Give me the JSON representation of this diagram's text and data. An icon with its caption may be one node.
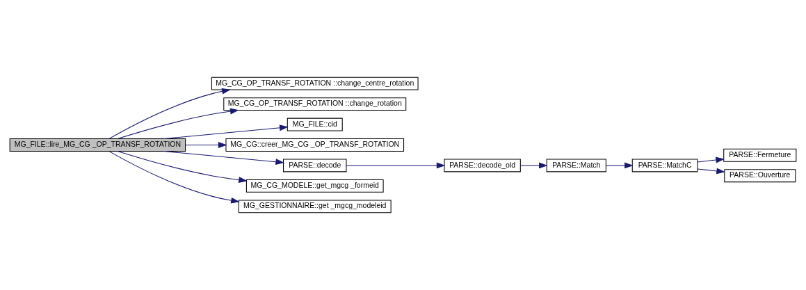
{
  "diagram": {
    "nodes": [
      {
        "text": [
          "MG_FILE::lire_MG_CG _OP_TRANSF_ROTATION"
        ]
      },
      {
        "text": [
          "MG_CG_OP_TRANSF_ROTATION ::change_centre_rotation"
        ]
      },
      {
        "text": [
          "MG_CG_OP_TRANSF_ROTATION ::change_rotation"
        ]
      },
      {
        "text": [
          "MG_FILE::cid"
        ]
      },
      {
        "text": [
          "MG_CG::creer_MG_CG _OP_TRANSF_ROTATION"
        ]
      },
      {
        "text": [
          "PARSE::decode"
        ]
      },
      {
        "text": [
          "MG_CG_MODELE::get_mgcg _formeid"
        ]
      },
      {
        "text": [
          "MG_GESTIONNAIRE::get _mgcg_modeleid"
        ]
      },
      {
        "text": [
          "PARSE::decode_old"
        ]
      },
      {
        "text": [
          "PARSE::Match"
        ]
      },
      {
        "text": [
          "PARSE::MatchC"
        ]
      },
      {
        "text": [
          "PARSE::Fermeture"
        ]
      },
      {
        "text": [
          "PARSE::Ouverture"
        ]
      }
    ],
    "edges": [
      {
        "from": 0,
        "to": 1,
        "arrow": "to"
      },
      {
        "from": 0,
        "to": 2,
        "arrow": "to"
      },
      {
        "from": 0,
        "to": 3,
        "arrow": "to"
      },
      {
        "from": 0,
        "to": 4,
        "arrow": "to"
      },
      {
        "from": 0,
        "to": 5,
        "arrow": "to"
      },
      {
        "from": 0,
        "to": 6,
        "arrow": "to"
      },
      {
        "from": 0,
        "to": 7,
        "arrow": "to"
      },
      {
        "from": 5,
        "to": 8,
        "arrow": "to"
      },
      {
        "from": 8,
        "to": 9,
        "arrow": "to"
      },
      {
        "from": 9,
        "to": 10,
        "arrow": "to"
      },
      {
        "from": 10,
        "to": 11,
        "arrow": "to"
      },
      {
        "from": 10,
        "to": 12,
        "arrow": "to"
      }
    ]
  }
}
